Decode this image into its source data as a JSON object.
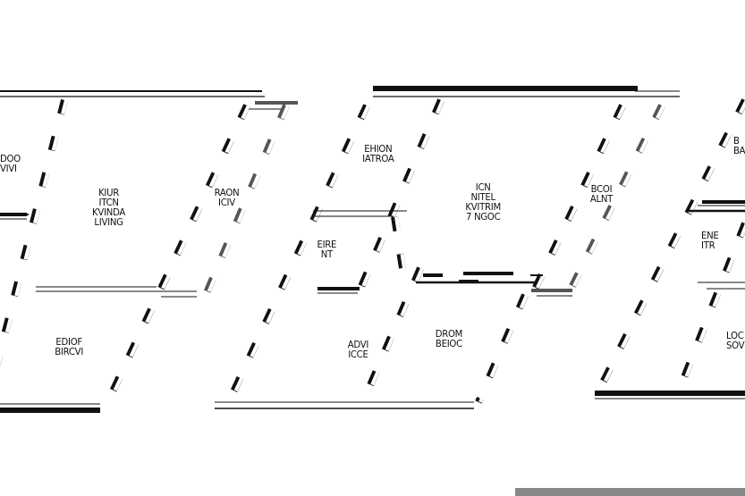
{
  "floorplan": {
    "rooms": [
      {
        "id": "r1",
        "lines": [
          "DOO",
          "VIVI"
        ]
      },
      {
        "id": "r2",
        "lines": [
          "KIUR",
          "ITCN",
          "KVINDA",
          "LIVING"
        ]
      },
      {
        "id": "r3",
        "lines": [
          "RAON",
          "ICIV"
        ]
      },
      {
        "id": "r4",
        "lines": [
          "EHION",
          "IATROA"
        ]
      },
      {
        "id": "r5",
        "lines": [
          "ICN",
          "NITEL",
          "KVITRIM",
          "7 NGOC"
        ]
      },
      {
        "id": "r6",
        "lines": [
          "BCOI",
          "ALNT"
        ]
      },
      {
        "id": "r7",
        "lines": [
          "B",
          "BA"
        ]
      },
      {
        "id": "r8",
        "lines": [
          "EIRE",
          "NT"
        ]
      },
      {
        "id": "r9",
        "lines": [
          "ENE",
          "ITR"
        ]
      },
      {
        "id": "r10",
        "lines": [
          "EDIOF",
          "BIRCVI"
        ]
      },
      {
        "id": "r11",
        "lines": [
          "ADVI",
          "ICCE"
        ]
      },
      {
        "id": "r12",
        "lines": [
          "DROM",
          "BEIOC"
        ]
      },
      {
        "id": "r13",
        "lines": [
          "LOC",
          "SOVI"
        ]
      }
    ]
  }
}
